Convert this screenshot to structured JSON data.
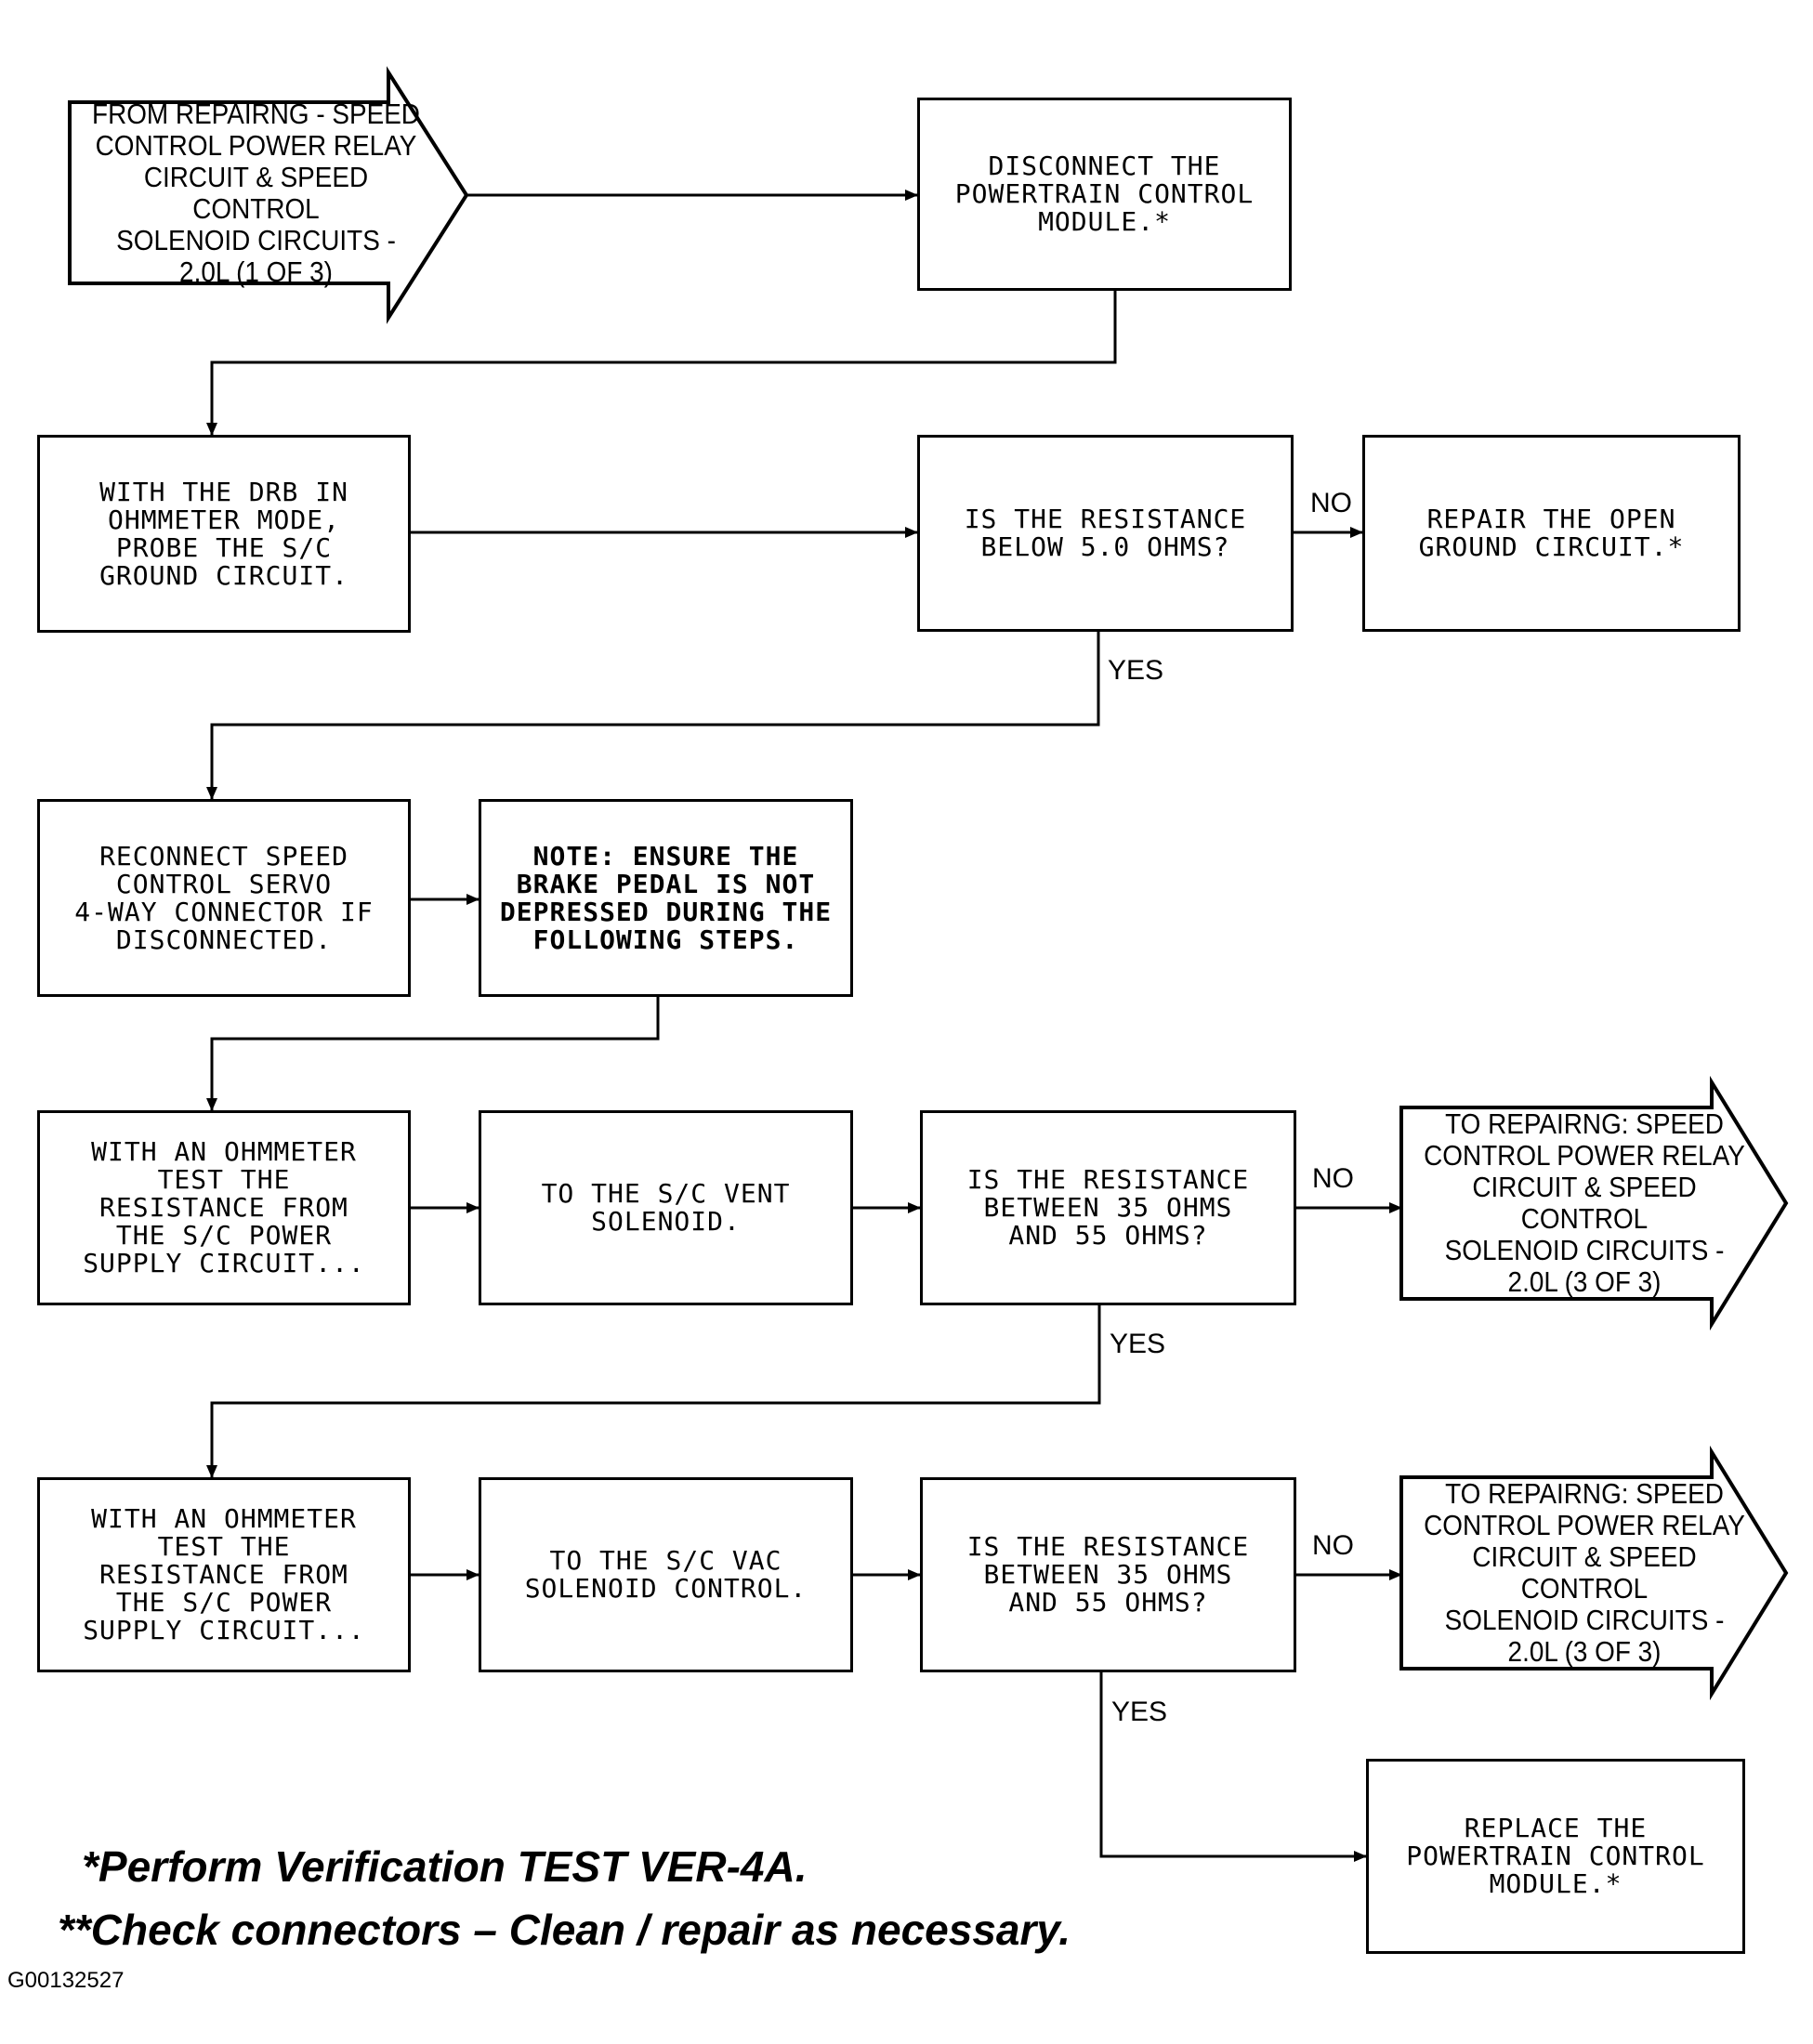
{
  "start_arrow": "FROM REPAIRNG - SPEED\nCONTROL POWER RELAY\nCIRCUIT & SPEED CONTROL\nSOLENOID CIRCUITS -\n2.0L (1 OF 3)",
  "steps": {
    "disconnect_pcm": "DISCONNECT THE\nPOWERTRAIN CONTROL\nMODULE.*",
    "probe_ground": "WITH THE DRB IN\nOHMMETER MODE,\nPROBE THE S/C\nGROUND CIRCUIT.",
    "q_resistance_5": "IS THE RESISTANCE\nBELOW 5.0 OHMS?",
    "repair_open_ground": "REPAIR THE OPEN\nGROUND CIRCUIT.*",
    "reconnect_servo": "RECONNECT SPEED\nCONTROL SERVO\n4-WAY CONNECTOR IF\nDISCONNECTED.",
    "note_brake": "NOTE: ENSURE THE\nBRAKE PEDAL IS NOT\nDEPRESSED DURING THE\nFOLLOWING STEPS.",
    "test_vent_1": "WITH AN OHMMETER\nTEST THE\nRESISTANCE FROM\nTHE S/C POWER\nSUPPLY CIRCUIT...",
    "test_vent_2": "TO THE S/C VENT\nSOLENOID.",
    "q_vent": "IS THE RESISTANCE\nBETWEEN 35 OHMS\nAND 55 OHMS?",
    "test_vac_1": "WITH AN OHMMETER\nTEST THE\nRESISTANCE FROM\nTHE S/C POWER\nSUPPLY CIRCUIT...",
    "test_vac_2": "TO THE S/C VAC\nSOLENOID CONTROL.",
    "q_vac": "IS THE RESISTANCE\nBETWEEN 35 OHMS\nAND 55 OHMS?",
    "replace_pcm": "REPLACE THE\nPOWERTRAIN CONTROL\nMODULE.*"
  },
  "goto_arrows": {
    "vent_no": "TO REPAIRNG: SPEED\nCONTROL POWER RELAY\nCIRCUIT & SPEED CONTROL\nSOLENOID CIRCUITS -\n2.0L (3 OF 3)",
    "vac_no": "TO REPAIRNG: SPEED\nCONTROL POWER RELAY\nCIRCUIT & SPEED CONTROL\nSOLENOID CIRCUITS -\n2.0L (3 OF 3)"
  },
  "labels": {
    "no": "NO",
    "yes": "YES"
  },
  "footnotes": {
    "note1": "*Perform Verification TEST VER-4A.",
    "note2": "**Check connectors – Clean / repair as necessary."
  },
  "figure_code": "G00132527"
}
